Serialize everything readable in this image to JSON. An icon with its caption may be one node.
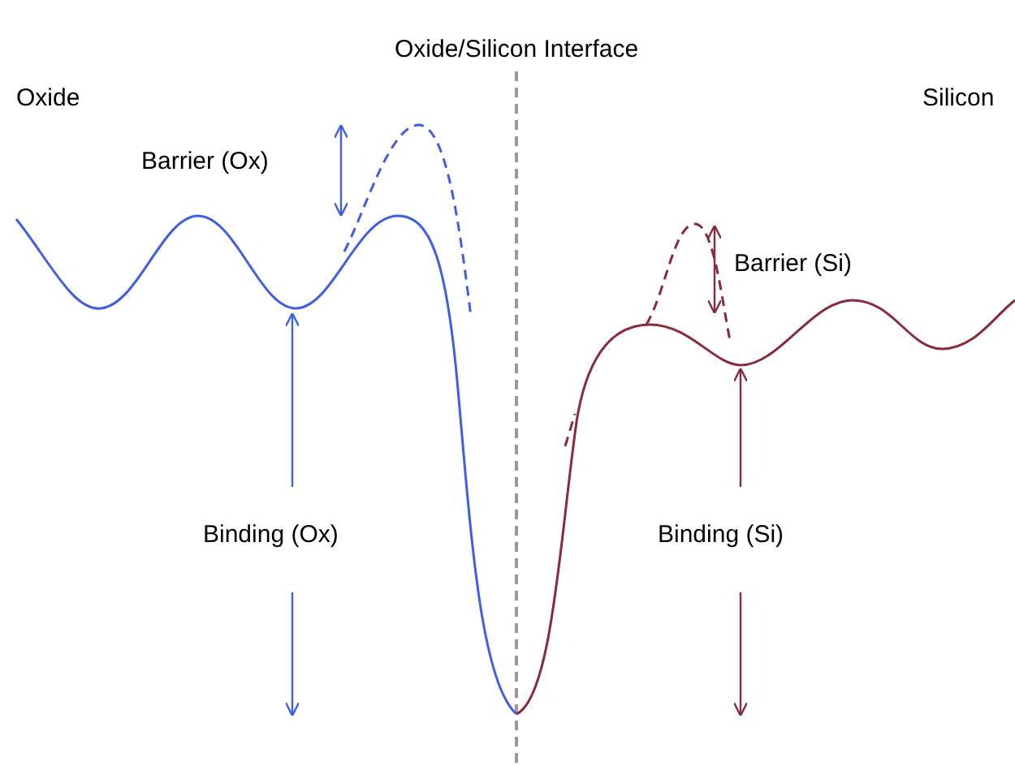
{
  "diagram": {
    "title": "Oxide/Silicon Interface",
    "labels": [
      "Oxide",
      "Silicon",
      "Barrier (Ox)",
      "Barrier (Si)",
      "Binding (Ox)",
      "Binding (Si)"
    ]
  }
}
